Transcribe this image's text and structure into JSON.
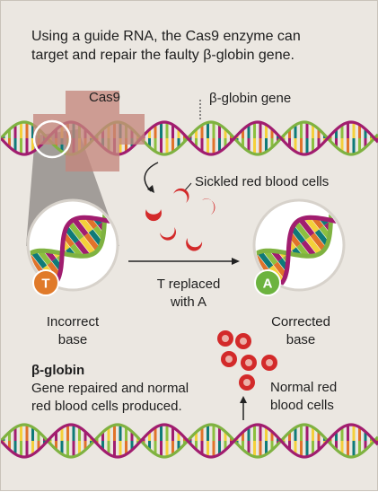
{
  "intro": {
    "line1": "Using a guide RNA, the Cas9 enzyme can",
    "line2": "target and repair the faulty β-globin gene."
  },
  "labels": {
    "cas9": "Cas9",
    "beta_globin_gene": "β-globin gene",
    "sickled_cells": "Sickled red blood cells",
    "replace_line1": "T replaced",
    "replace_line2": "with A",
    "incorrect_line1": "Incorrect",
    "incorrect_line2": "base",
    "corrected_line1": "Corrected",
    "corrected_line2": "base",
    "normal_line1": "Normal red",
    "normal_line2": "blood cells"
  },
  "bases": {
    "incorrect_letter": "T",
    "corrected_letter": "A"
  },
  "summary": {
    "title": "β-globin",
    "line1": "Gene repaired and normal",
    "line2": "red blood cells produced."
  },
  "colors": {
    "background": "#ebe7e1",
    "strand_magenta": "#a11d6f",
    "strand_green": "#7fb241",
    "rung_colors": [
      "#f4d03a",
      "#e0732a",
      "#0f7a78",
      "#8cbf3f",
      "#a11d6f"
    ],
    "cas9": "#c4877c",
    "zoom_shadow": "#8a8480",
    "blood_cell": "#d32a2a",
    "badge_T": "#e07a2a",
    "badge_A": "#6cb33f"
  }
}
